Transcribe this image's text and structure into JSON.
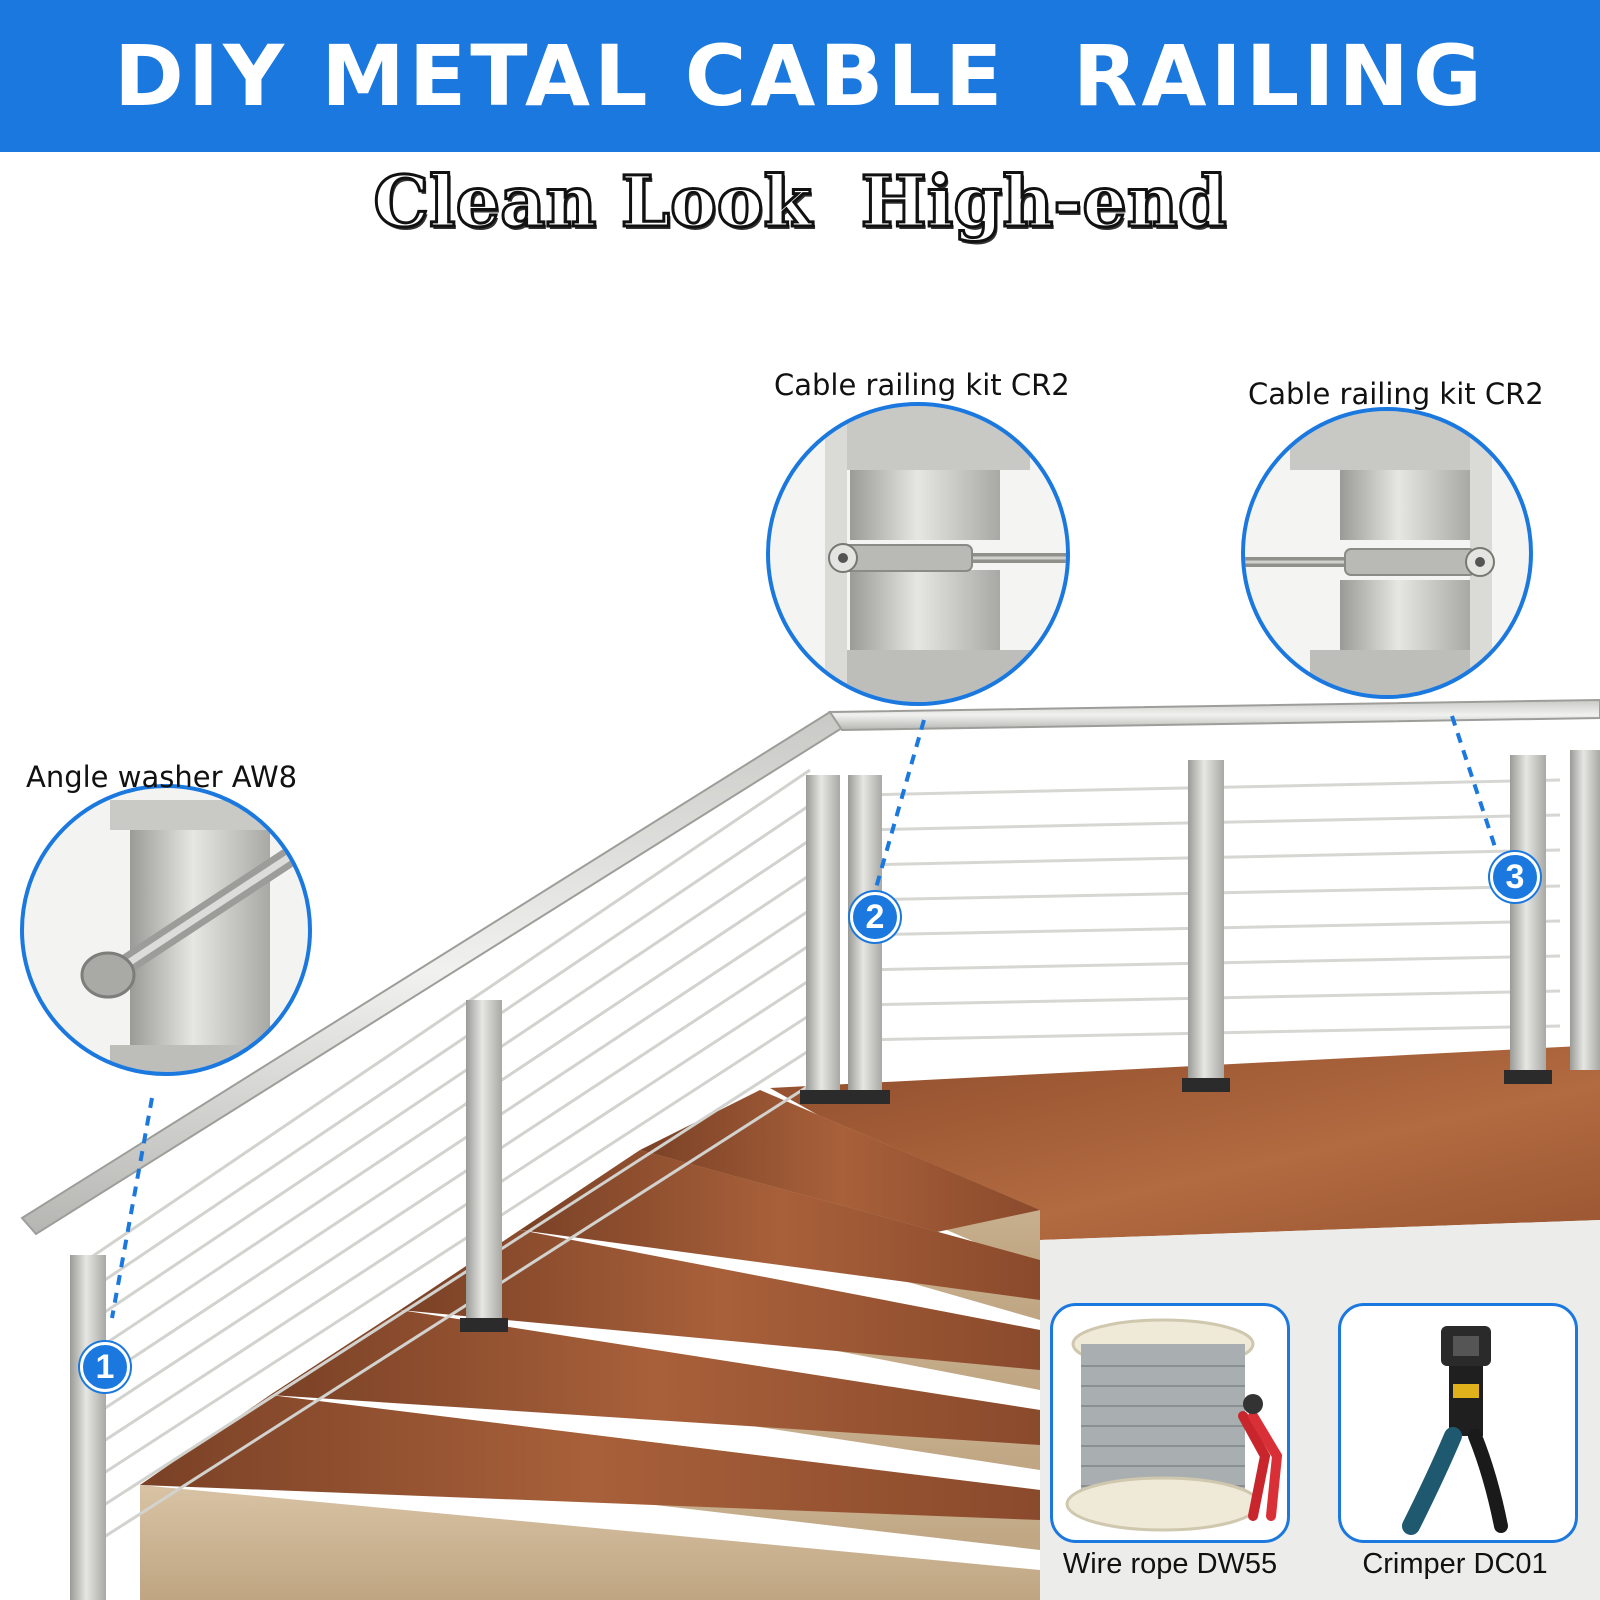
{
  "banner": {
    "title": "DIY METAL CABLE  RAILING",
    "subtitle": "Clean Look  High-end",
    "color": "#1a78de"
  },
  "callouts": [
    {
      "number": "1",
      "label": "Angle washer AW8"
    },
    {
      "number": "2",
      "label": "Cable railing kit CR2"
    },
    {
      "number": "3",
      "label": "Cable railing kit CR2"
    }
  ],
  "products": [
    {
      "label": "Wire rope DW55",
      "icon": "wire-rope-spool-icon"
    },
    {
      "label": "Crimper DC01",
      "icon": "hydraulic-crimper-icon"
    }
  ]
}
